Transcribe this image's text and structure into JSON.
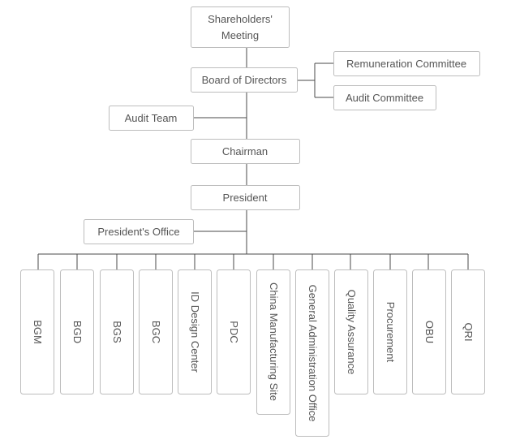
{
  "diagram": {
    "shareholders_line1": "Shareholders'",
    "shareholders_line2": "Meeting",
    "board": "Board of Directors",
    "remuneration": "Remuneration Committee",
    "audit_committee": "Audit Committee",
    "audit_team": "Audit Team",
    "chairman": "Chairman",
    "president": "President",
    "presidents_office": "President's Office",
    "departments": [
      "BGM",
      "BGD",
      "BGS",
      "BGC",
      "ID Design Center",
      "PDC",
      "China Manufacturing Site",
      "General Administration Office",
      "Quality Assurance",
      "Procurement",
      "OBU",
      "QRI"
    ]
  }
}
